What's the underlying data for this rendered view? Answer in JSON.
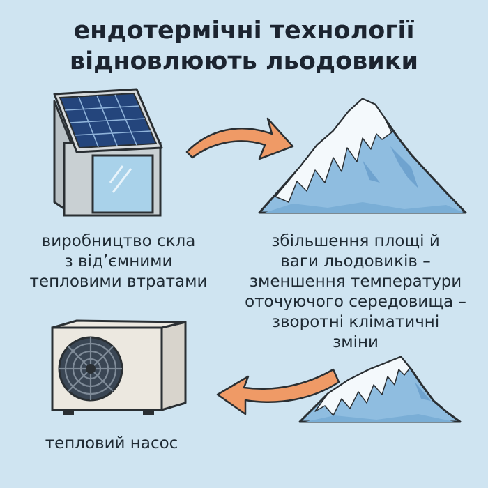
{
  "title": {
    "line1": "ендотермічні технології",
    "line2": "відновлюють льодовики"
  },
  "captions": {
    "glass": [
      "виробництво скла",
      "з від’ємними",
      "тепловими втратами"
    ],
    "glacier": [
      "збільшення площі й",
      "ваги льодовиків –",
      "зменшення температури",
      "оточуючого середовища –",
      "зворотні кліматичні",
      "зміни"
    ],
    "pump": [
      "тепловий насос"
    ]
  },
  "colors": {
    "background": "#cfe4f1",
    "arrow": "#ef9a66",
    "panel": "#24457c",
    "ice": "#8fbde0",
    "snow": "#f4f9fc"
  },
  "icons": [
    "solar-glass-house-icon",
    "mountain-glacier-icon",
    "heat-pump-icon",
    "arrow-right-icon",
    "arrow-left-icon"
  ]
}
